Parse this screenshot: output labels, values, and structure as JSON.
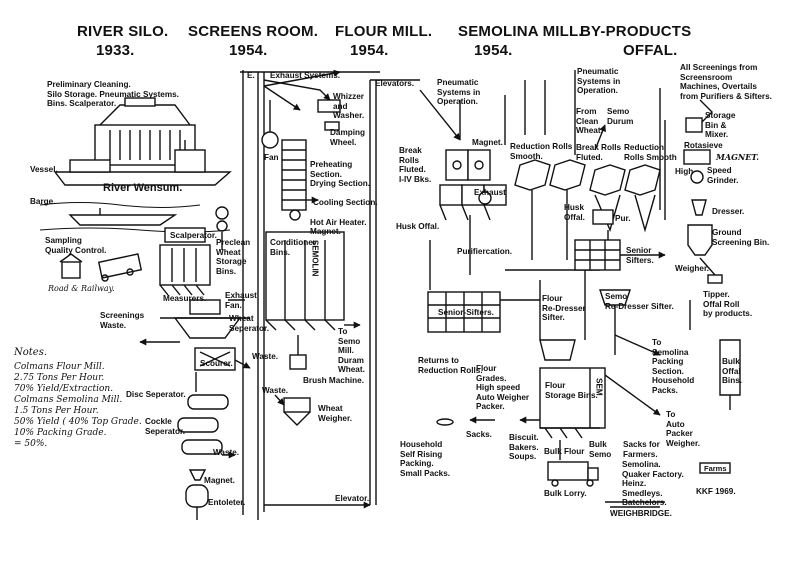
{
  "headers": {
    "h1": "RIVER SILO.",
    "h2": "SCREENS ROOM.",
    "h3": "FLOUR MILL.",
    "h4": "SEMOLINA MILL.",
    "h5": "BY-PRODUCTS",
    "y1": "1933.",
    "y2": "1954.",
    "y3": "1954.",
    "y4": "1954.",
    "y5": "OFFAL."
  },
  "silo": {
    "prelim": "Preliminary Cleaning.\nSilo Storage.  Pneumatic Systems.\nBins.              Scalperator.",
    "vessel": "Vessel.",
    "river": "River Wensum.",
    "barge": "Barge.",
    "sampling": "Sampling\nQuality Control.",
    "road": "Road & Railway.",
    "scalperator": "Scalperator.",
    "preclean": "Preclean\nWheat\nStorage\nBins.",
    "measurers": "Measurers.",
    "exhaust_fan": "Exhaust\nFan.",
    "wheat_sep": "Wheat\nSeperator.",
    "screenings": "Screenings\nWaste.",
    "scourer": "Scourer.",
    "waste1": "Waste.",
    "disc": "Disc Seperator.",
    "cockle": "Cockle\nSeperator.",
    "waste2": "Waste.",
    "magnet": "Magnet.",
    "entoleter": "Entoleter."
  },
  "notes": {
    "title": "Notes.",
    "text": "Colmans Flour Mill.\n  2.75 Tons Per Hour.\n70% Yield/Extraction.\nColmans Semolina Mill.\n  1.5 Tons Per Hour.\n50% Yield ( 40% Top Grade.\n                  10% Packing Grade.\n                  = 50%."
  },
  "screens": {
    "e": "E.",
    "exhaust_sys": "Exhaust Systems.",
    "whizzer": "Whizzer\nand\nWasher.",
    "damping": "Damping\nWheel.",
    "fan": "Fan",
    "preheat": "Preheating\nSection.\nDrying Section.",
    "cooling": "Cooling Section.",
    "hot_air": "Hot Air Heater.",
    "magnet": "Magnet.",
    "conditioner": "Conditioner\nBins.",
    "semolin": "SEMOLIN",
    "to_semo": "To\nSemo\nMill.\nDuram\nWheat.",
    "brush": "Brush Machine.",
    "waste": "Waste.",
    "wheat_weigher": "Wheat\nWeigher.",
    "elevator": "Elevator.",
    "elevators": "Elevators."
  },
  "flour": {
    "pneumatic": "Pneumatic\nSystems in\nOperation.",
    "magnet": "Magnet.",
    "break_rolls": "Break\nRolls\nFluted.\nI-IV Bks.",
    "exhaust": "Exhaust",
    "reduction": "Reduction Rolls\nSmooth.",
    "husk_offal": "Husk Offal.",
    "purifier": "Purifiercation.",
    "senior_sifters": "Senior-Sifters.",
    "returns": "Returns to\nReduction Rolls.",
    "flour_grades": "Flour\nGrades.\nHigh speed\nAuto Weigher\nPacker.",
    "flour_redresser": "Flour\nRe-Dresser\nSifter.",
    "flour_storage": "Flour\nStorage Bins.",
    "sem": "SEM",
    "sacks": "Sacks.",
    "household": "Household\nSelf Rising\nPacking.\nSmall Packs.",
    "biscuit": "Biscuit.\nBakers.\nSoups.",
    "bulk_flour": "Bulk Flour",
    "bulk_semo": "Bulk\nSemo",
    "bulk_lorry": "Bulk Lorry.",
    "weighbridge": "WEIGHBRIDGE."
  },
  "semolina": {
    "pneumatic": "Pneumatic\nSystems in\nOperation.",
    "from_clean": "From\nClean\nWheat.",
    "semo_durum": "Semo\nDurum",
    "break_rolls": "Break Rolls\nFluted.",
    "reduction_smooth": "Reduction\nRolls Smooth",
    "husk_offal": "Husk\nOffal.",
    "pur": "Pur.",
    "senior_sifters": "Senior\nSifters.",
    "semo_redresser": "Semo\nRe-Dresser Sifter.",
    "to_semolina": "To\nSemolina\nPacking\nSection.\nHousehold\nPacks.",
    "to_auto": "To\nAuto\nPacker\nWeigher.",
    "sacks_farmers": "Sacks for\nFarmers.",
    "semolina_list": "Semolina.\nQuaker Factory.\nHeinz.\nSmedleys.\nBatchelors."
  },
  "offal": {
    "all_screenings": "All Screenings from\nScreensroom\nMachines, Overtails\nfrom Purifiers & Sifters.",
    "storage_bin": "Storage\nBin &\nMixer.",
    "rotasieve": "Rotasieve",
    "magnet": "MAGNET.",
    "high": "High",
    "speed_grinder": "Speed\nGrinder.",
    "dresser": "Dresser.",
    "ground": "Ground\nScreening Bin.",
    "weigher": "Weigher.",
    "tipper": "Tipper.\nOffal Roll\nby products.",
    "bulk_offal": "Bulk\nOffal\nBins.",
    "farms": "Farms",
    "kkf": "KKF 1969."
  }
}
